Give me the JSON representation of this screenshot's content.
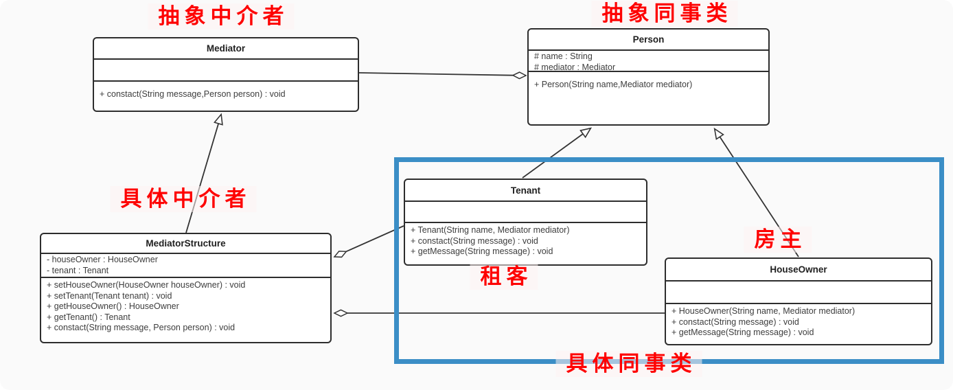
{
  "diagram": {
    "kind": "uml-class-diagram",
    "pattern": "Mediator"
  },
  "colors": {
    "annotation_red": "#fe0202",
    "highlight_blue": "#3b8ec6",
    "box_border": "#2d2d2d",
    "box_fill": "#ffffff",
    "canvas_bg": "#fafafa",
    "line_stroke": "#333333"
  },
  "annotations": {
    "abstract_mediator": "抽象中介者",
    "abstract_colleague": "抽象同事类",
    "concrete_mediator": "具体中介者",
    "tenant": "租客",
    "house_owner": "房主",
    "concrete_colleague": "具体同事类"
  },
  "classes": {
    "mediator": {
      "name": "Mediator",
      "attributes": [],
      "methods": [
        "+ constact(String message,Person person) : void"
      ]
    },
    "person": {
      "name": "Person",
      "attributes": [
        "# name : String",
        "# mediator : Mediator"
      ],
      "methods": [
        "+ Person(String name,Mediator mediator)"
      ]
    },
    "mediator_structure": {
      "name": "MediatorStructure",
      "attributes": [
        "- houseOwner : HouseOwner",
        "- tenant : Tenant"
      ],
      "methods": [
        "+ setHouseOwner(HouseOwner houseOwner) : void",
        "+ setTenant(Tenant tenant) : void",
        "+ getHouseOwner() : HouseOwner",
        "+ getTenant() : Tenant",
        "+ constact(String message, Person person) : void"
      ]
    },
    "tenant": {
      "name": "Tenant",
      "attributes": [],
      "methods": [
        "+ Tenant(String name, Mediator mediator)",
        "+ constact(String message) : void",
        "+ getMessage(String message) : void"
      ]
    },
    "house_owner": {
      "name": "HouseOwner",
      "attributes": [],
      "methods": [
        "+ HouseOwner(String name, Mediator mediator)",
        "+ constact(String message) : void",
        "+ getMessage(String message) : void"
      ]
    }
  },
  "relationships": [
    {
      "from": "MediatorStructure",
      "to": "Mediator",
      "type": "generalization"
    },
    {
      "from": "Tenant",
      "to": "Person",
      "type": "generalization"
    },
    {
      "from": "HouseOwner",
      "to": "Person",
      "type": "generalization"
    },
    {
      "from": "Person",
      "to": "Mediator",
      "type": "aggregation"
    },
    {
      "from": "MediatorStructure",
      "to": "Tenant",
      "type": "aggregation"
    },
    {
      "from": "MediatorStructure",
      "to": "HouseOwner",
      "type": "aggregation"
    }
  ]
}
